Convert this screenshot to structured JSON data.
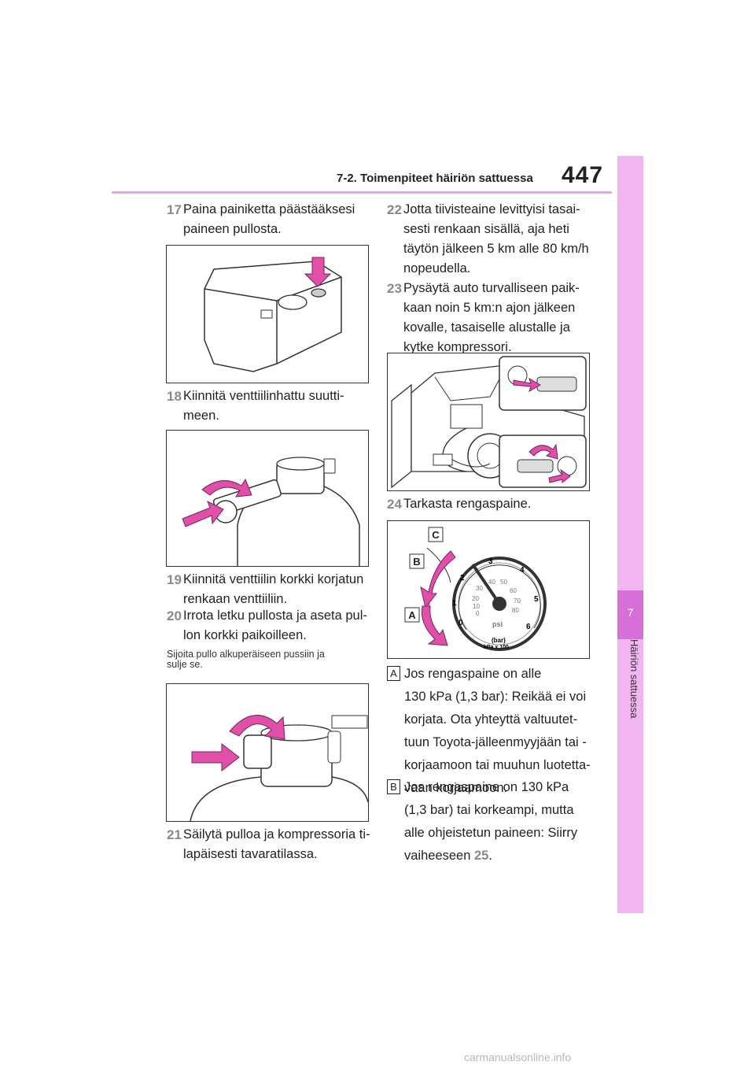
{
  "header": {
    "section": "7-2. Toimenpiteet häiriön sattuessa",
    "page": "447"
  },
  "side_tab": {
    "chapter": "7",
    "label": "Häiriön sattuessa"
  },
  "steps": {
    "s17": {
      "num": "17",
      "lines": [
        "Paina painiketta päästääksesi",
        "paineen pullosta."
      ]
    },
    "s18": {
      "num": "18",
      "lines": [
        "Kiinnitä venttiilinhattu suutti-",
        "meen."
      ]
    },
    "s19": {
      "num": "19",
      "lines": [
        "Kiinnitä venttiilin korkki korjatun",
        "renkaan venttiiliin."
      ]
    },
    "s20": {
      "num": "20",
      "lines": [
        "Irrota letku pullosta ja aseta pul-",
        "lon korkki paikoilleen."
      ]
    },
    "s21": {
      "num": "21",
      "lines": [
        "Säilytä pulloa ja kompressoria ti-",
        "lapäisesti tavaratilassa."
      ]
    },
    "s22": {
      "num": "22",
      "lines": [
        "Jotta tiivisteaine levittyisi tasai-",
        "sesti renkaan sisällä, aja heti",
        "täytön jälkeen 5 km alle 80 km/h",
        "nopeudella."
      ]
    },
    "s23": {
      "num": "23",
      "lines": [
        "Pysäytä auto turvalliseen paik-",
        "kaan noin 5 km:n ajon jälkeen",
        "kovalle, tasaiselle alustalle ja",
        "kytke kompressori."
      ]
    },
    "s24": {
      "num": "24",
      "lines": [
        "Tarkasta rengaspaine."
      ]
    }
  },
  "note": {
    "lines": [
      "Sijoita pullo alkuperäiseen pussiin ja",
      "sulje se."
    ]
  },
  "gauge": {
    "labels": {
      "a": "A",
      "b": "B",
      "c": "C"
    },
    "bar_ticks": [
      "0",
      "1",
      "2",
      "3",
      "4",
      "5",
      "6"
    ],
    "psi_ticks": [
      "0",
      "10",
      "20",
      "30",
      "40",
      "50",
      "60",
      "70",
      "80"
    ],
    "unit_psi": "psi",
    "unit_bar": "(bar)",
    "unit_kpa": "kPa x 100"
  },
  "result_a": {
    "label": "A",
    "lines": [
      "Jos rengaspaine on alle",
      "130 kPa (1,3 bar): Reikää ei voi",
      "korjata. Ota yhteyttä valtuutet-",
      "tuun Toyota-jälleenmyyjään tai -",
      "korjaamoon tai muuhun luotetta-",
      "vaan korjaamoon."
    ]
  },
  "result_b": {
    "label": "B",
    "lines": [
      "Jos rengaspaine on 130 kPa",
      "(1,3 bar) tai korkeampi, mutta",
      "alle ohjeistetun paineen: Siirry",
      "vaiheeseen "
    ],
    "ref": "25",
    "tail": "."
  },
  "footer": {
    "text": "carmanualsonline.info"
  },
  "colors": {
    "accent_pink": "#d66fd8",
    "tab_pink": "#f1b5f1",
    "arrow_pink": "#e04fa8",
    "header_line": "#e4a6e4"
  }
}
